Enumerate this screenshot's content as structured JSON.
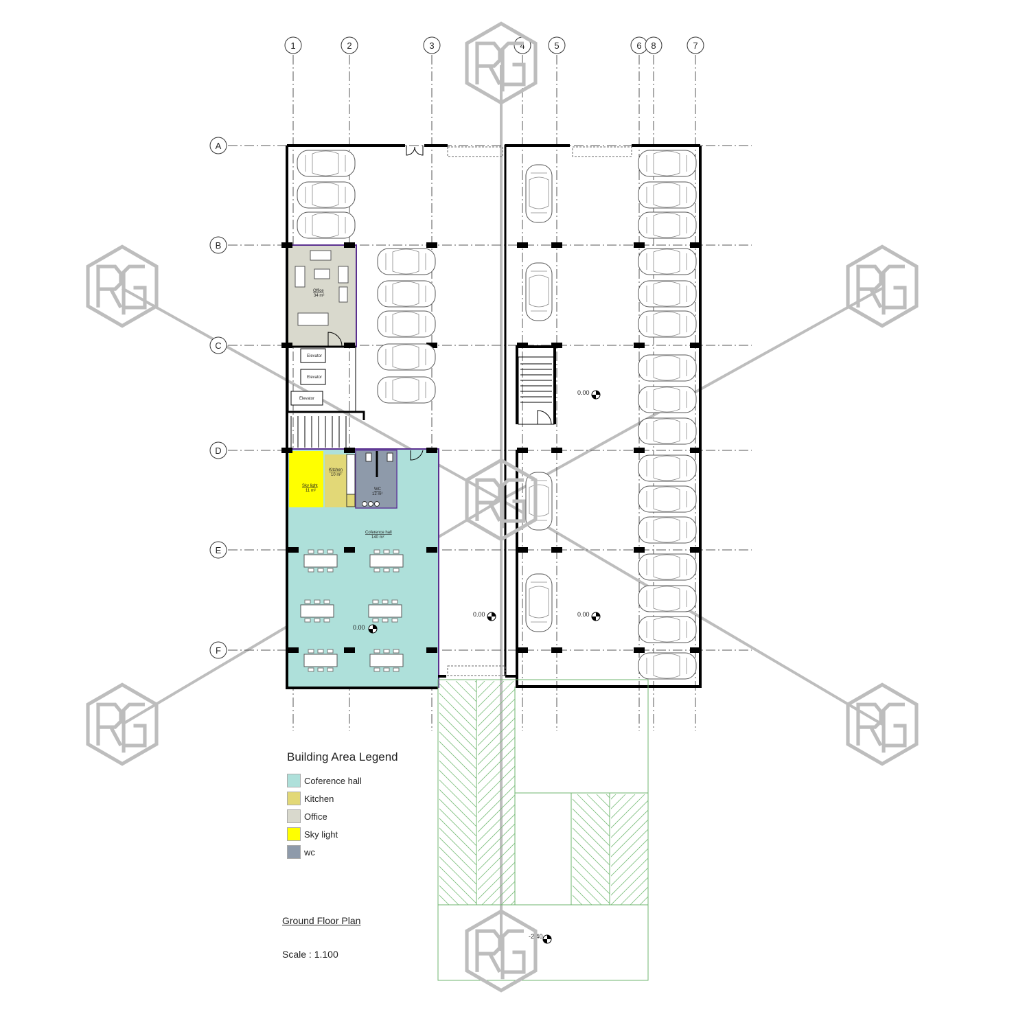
{
  "plan": {
    "title": "Ground Floor Plan",
    "scale": "Scale : 1.100"
  },
  "grid": {
    "columns": [
      "1",
      "2",
      "3",
      "4",
      "5",
      "6",
      "8",
      "7"
    ],
    "rows": [
      "A",
      "B",
      "C",
      "D",
      "E",
      "F"
    ]
  },
  "rooms": {
    "office": {
      "label": "Office",
      "area": "34 m²",
      "color": "#d9d9cd"
    },
    "kitchen": {
      "label": "Kitchen",
      "area": "10 m²",
      "color": "#e2d877"
    },
    "wc": {
      "label": "WC",
      "area": "12 m²",
      "color": "#8e9aaa"
    },
    "skylight": {
      "label": "Sky light",
      "area": "11 m²",
      "color": "#ffff00"
    },
    "hall": {
      "label": "Coference hall",
      "area": "140 m²",
      "color": "#aee0da"
    }
  },
  "core": {
    "elevators": [
      "Elevator",
      "Elevator",
      "Elevator"
    ]
  },
  "levels": {
    "hall": "0.00",
    "middle": "0.00",
    "right_upper": "0.00",
    "right_lower": "0.00",
    "ramp": "-2.40"
  },
  "legend": {
    "title": "Building Area Legend",
    "items": [
      {
        "label": "Coference hall",
        "color": "#aee0da"
      },
      {
        "label": "Kitchen",
        "color": "#e2d877"
      },
      {
        "label": "Office",
        "color": "#d9d9cd"
      },
      {
        "label": "Sky light",
        "color": "#ffff00"
      },
      {
        "label": "wc",
        "color": "#8e9aaa"
      }
    ]
  },
  "watermark": {
    "text": "RG",
    "color": "#bdbdbd"
  }
}
